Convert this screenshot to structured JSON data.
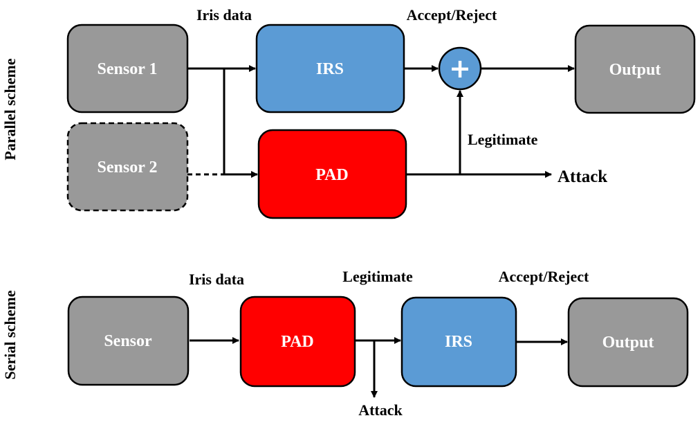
{
  "parallel": {
    "scheme_label": "Parallel scheme",
    "sensor1": "Sensor 1",
    "sensor2": "Sensor 2",
    "irs": "IRS",
    "pad": "PAD",
    "output": "Output",
    "iris_data": "Iris data",
    "accept_reject": "Accept/Reject",
    "legitimate": "Legitimate",
    "attack": "Attack",
    "combiner_symbol": "+"
  },
  "serial": {
    "scheme_label": "Serial scheme",
    "sensor": "Sensor",
    "pad": "PAD",
    "irs": "IRS",
    "output": "Output",
    "iris_data": "Iris data",
    "legitimate": "Legitimate",
    "accept_reject": "Accept/Reject",
    "attack": "Attack"
  },
  "colors": {
    "sensor_fill": "#999999",
    "irs_fill": "#5b9bd5",
    "pad_fill": "#ff0000",
    "output_fill": "#999999",
    "stroke": "#000000"
  }
}
